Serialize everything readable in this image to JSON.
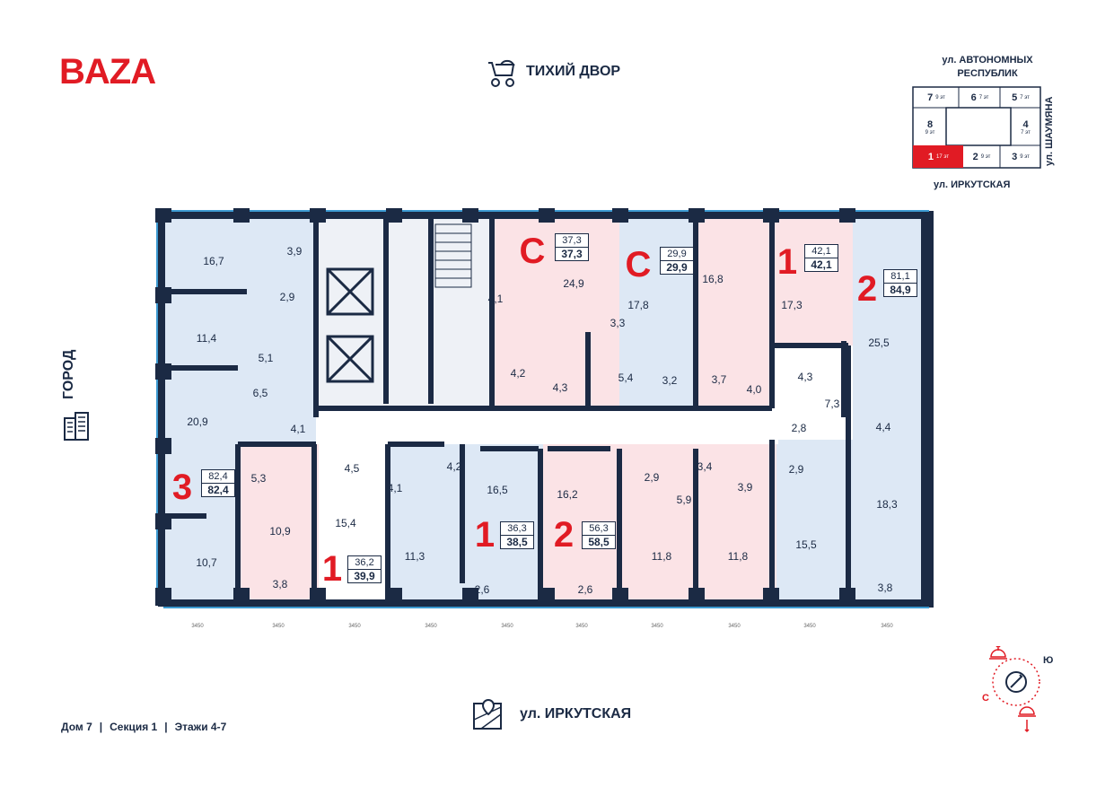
{
  "brand": "BAZA",
  "yard_label": "ТИХИЙ ДВОР",
  "street_bottom": "ул. ИРКУТСКАЯ",
  "city_label": "ГОРОД",
  "footer": {
    "house": "Дом 7",
    "section": "Секция 1",
    "floors": "Этажи 4-7",
    "separator": "|"
  },
  "minimap": {
    "street_top_1": "ул. АВТОНОМНЫХ",
    "street_top_2": "РЕСПУБЛИК",
    "street_bottom": "ул. ИРКУТСКАЯ",
    "street_side": "ул. ШАУМЯНА",
    "sections": [
      {
        "num": "7",
        "floors": "9 эт"
      },
      {
        "num": "6",
        "floors": "7 эт"
      },
      {
        "num": "5",
        "floors": "7 эт"
      },
      {
        "num": "8",
        "floors": "9 эт"
      },
      {
        "num": "4",
        "floors": "7 эт"
      },
      {
        "num": "1",
        "floors": "17 эт"
      },
      {
        "num": "2",
        "floors": "9 эт"
      },
      {
        "num": "3",
        "floors": "9 эт"
      }
    ],
    "active_color": "#e11b24"
  },
  "apartments": [
    {
      "num": "С",
      "area_living": "37,3",
      "area_total": "37,3"
    },
    {
      "num": "С",
      "area_living": "29,9",
      "area_total": "29,9"
    },
    {
      "num": "1",
      "area_living": "42,1",
      "area_total": "42,1"
    },
    {
      "num": "2",
      "area_living": "81,1",
      "area_total": "84,9"
    },
    {
      "num": "3",
      "area_living": "82,4",
      "area_total": "82,4"
    },
    {
      "num": "1",
      "area_living": "36,2",
      "area_total": "39,9"
    },
    {
      "num": "1",
      "area_living": "36,3",
      "area_total": "38,5"
    },
    {
      "num": "2",
      "area_living": "56,3",
      "area_total": "58,5"
    }
  ],
  "rooms": [
    "16,7",
    "3,9",
    "2,9",
    "11,4",
    "5,1",
    "6,5",
    "20,9",
    "4,1",
    "10,7",
    "5,3",
    "4,5",
    "10,9",
    "15,4",
    "3,8",
    "4,1",
    "11,3",
    "4,2",
    "16,5",
    "2,6",
    "24,9",
    "4,1",
    "4,2",
    "4,3",
    "17,8",
    "3,3",
    "5,4",
    "3,2",
    "16,8",
    "3,7",
    "4,0",
    "17,3",
    "4,3",
    "7,3",
    "25,5",
    "4,4",
    "2,8",
    "2,9",
    "18,3",
    "15,5",
    "3,8",
    "16,2",
    "2,9",
    "5,9",
    "2,6",
    "11,8",
    "3,4",
    "3,9",
    "11,8"
  ],
  "dimension": "3450",
  "compass": {
    "south": "Ю",
    "north": "С"
  },
  "colors": {
    "blue_room": "#dde8f5",
    "pink_room": "#fbe3e6",
    "wall": "#1b2a44",
    "accent": "#e11b24",
    "facade": "#3d9ad1"
  }
}
